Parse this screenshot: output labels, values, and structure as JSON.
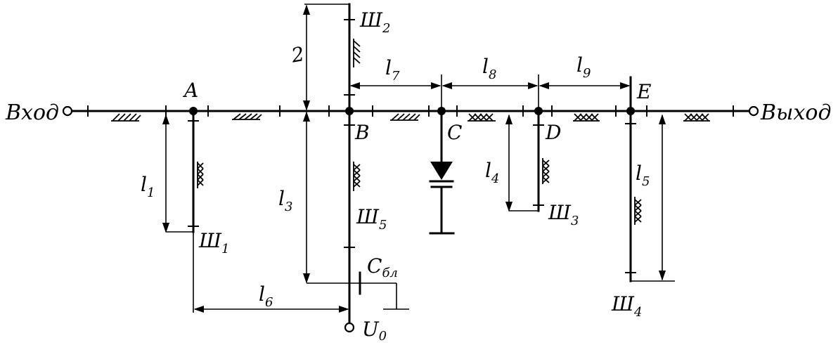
{
  "terminals": {
    "input": "Вход",
    "output": "Выход",
    "supply": "U",
    "supply_sub": "0"
  },
  "nodes": {
    "a": "A",
    "b": "B",
    "c": "C",
    "d": "D",
    "e": "E"
  },
  "stubs": {
    "w1": "Ш",
    "w1_sub": "1",
    "w2": "Ш",
    "w2_sub": "2",
    "w3": "Ш",
    "w3_sub": "3",
    "w4": "Ш",
    "w4_sub": "4",
    "w5": "Ш",
    "w5_sub": "5"
  },
  "capacitor": {
    "label": "C",
    "label_sub": "бл"
  },
  "dimensions": {
    "l1": "l",
    "l1_sub": "1",
    "l2": "2",
    "l3": "l",
    "l3_sub": "3",
    "l4": "l",
    "l4_sub": "4",
    "l5": "l",
    "l5_sub": "5",
    "l6": "l",
    "l6_sub": "6",
    "l7": "l",
    "l7_sub": "7",
    "l8": "l",
    "l8_sub": "8",
    "l9": "l",
    "l9_sub": "9"
  }
}
